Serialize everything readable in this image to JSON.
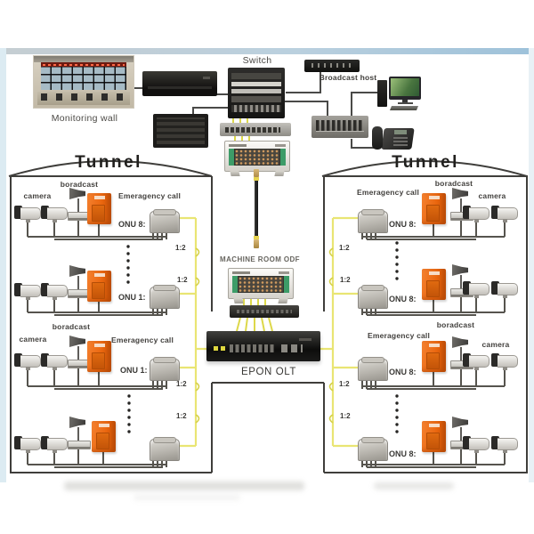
{
  "top": {
    "monitoring_wall": "Monitoring wall",
    "switch": "Switch",
    "broadcast_host": "Broadcast host"
  },
  "machine_room": {
    "odf": "MACHINE ROOM ODF",
    "olt": "EPON OLT"
  },
  "left_tunnel": {
    "title": "Tunnel",
    "splitters": [
      "1:2",
      "1:2",
      "1:2",
      "1:2"
    ],
    "rows": [
      {
        "camera": "camera",
        "broadcast": "boradcast",
        "emergency": "Emeragency call",
        "onu": "ONU 8:"
      },
      {
        "onu": "ONU 1:"
      },
      {
        "camera": "camera",
        "broadcast": "boradcast",
        "emergency": "Emeragency call",
        "onu": "ONU 1:"
      },
      {
        "onu": ""
      }
    ]
  },
  "right_tunnel": {
    "title": "Tunnel",
    "splitters": [
      "1:2",
      "1:2",
      "1:2",
      "1:2"
    ],
    "rows": [
      {
        "camera": "camera",
        "broadcast": "boradcast",
        "emergency": "Emeragency call",
        "onu": "ONU 8:"
      },
      {
        "onu": "ONU 8:"
      },
      {
        "camera": "camera",
        "broadcast": "boradcast",
        "emergency": "Emeragency call",
        "onu": "ONU 8:"
      },
      {
        "onu": "ONU 8:"
      }
    ]
  },
  "colors": {
    "fiber_yellow": "#e6e15c",
    "cable_gray": "#56544e",
    "emergency_orange": "#ea660e",
    "wall_gray": "#3f3e3b"
  }
}
